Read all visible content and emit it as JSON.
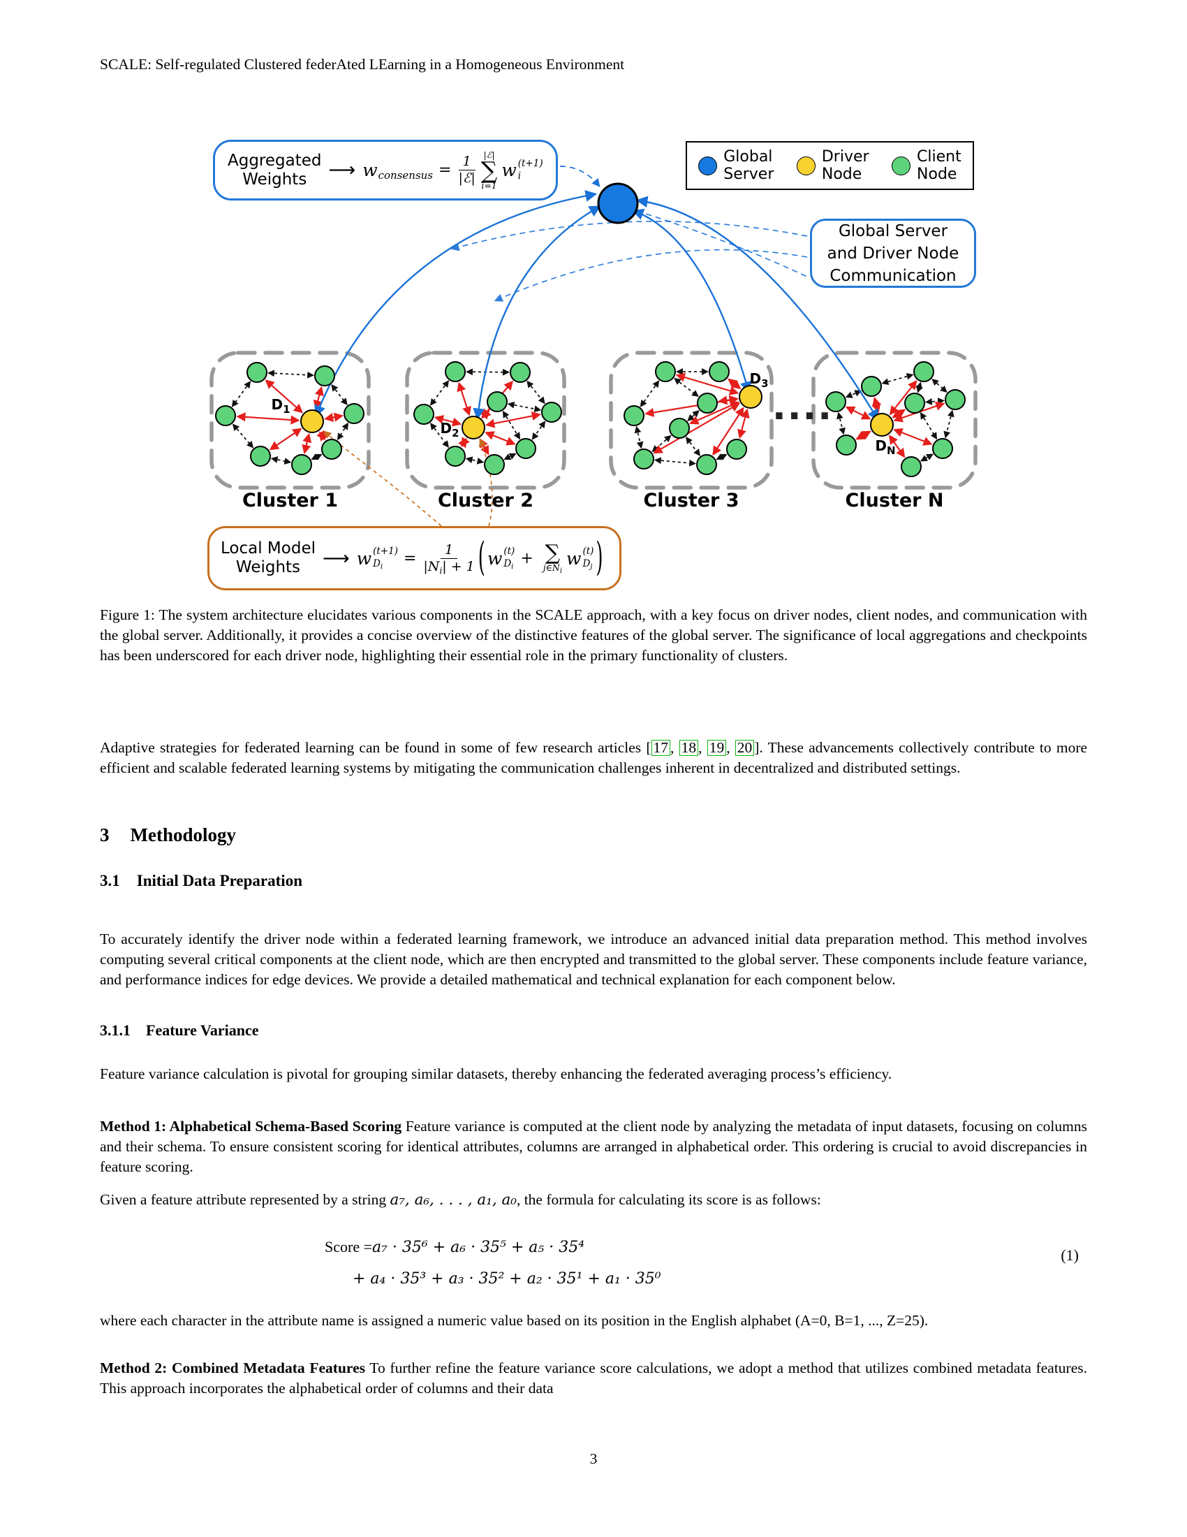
{
  "page": {
    "header": "SCALE: Self-regulated Clustered federAted LEarning in a Homogeneous Environment",
    "number": "3"
  },
  "figure": {
    "colors": {
      "server": "#1679e0",
      "driver": "#f8d22e",
      "client": "#5fd37c",
      "cluster_border": "#9a9a9a",
      "red_arrow": "#e41f1c",
      "blue_arrow": "#1a72d8",
      "orange_dashed": "#c8701f",
      "box_blue": "#2478d8",
      "cite_green": "#12b712"
    },
    "aggregated": {
      "title": [
        "Aggregated",
        "Weights"
      ],
      "arrow": "⟶",
      "formula": {
        "w": "w",
        "wsub": "consensus",
        "eq": "=",
        "num": "1",
        "den": "|ℰ|",
        "sumtop": "|ℰ|",
        "sigma": "∑",
        "sumbot": "i=1",
        "t": "w",
        "tsup": "(t+1)",
        "tsub": "i"
      }
    },
    "legend": [
      {
        "line1": "Global",
        "line2": "Server"
      },
      {
        "line1": "Driver",
        "line2": "Node"
      },
      {
        "line1": "Client",
        "line2": "Node"
      }
    ],
    "callout": {
      "lines": [
        "Global Server",
        "and Driver Node",
        "Communication"
      ]
    },
    "clusters": [
      {
        "driver": "D",
        "driver_sub": "1",
        "label": "Cluster 1"
      },
      {
        "driver": "D",
        "driver_sub": "2",
        "label": "Cluster 2"
      },
      {
        "driver": "D",
        "driver_sub": "3",
        "label": "Cluster 3"
      },
      {
        "driver": "D",
        "driver_sub": "N",
        "label": "Cluster N"
      }
    ],
    "ellipsis": "....",
    "local": {
      "title": [
        "Local Model",
        "Weights"
      ],
      "arrow": "⟶",
      "formula": {
        "w": "w",
        "wsup": "(t+1)",
        "wsubD": "D",
        "wsubi": "i",
        "eq": "=",
        "num": "1",
        "denPre": "|N",
        "denSub": "i",
        "denPost": "| + 1",
        "lp": "(",
        "t1": "w",
        "t1sup": "(t)",
        "t1subD": "D",
        "t1subi": "i",
        "plus": "+",
        "sigma": "∑",
        "sumbot": "j∈N",
        "sumbotSub": "i",
        "t2": "w",
        "t2sup": "(t)",
        "t2subD": "D",
        "t2subj": "j",
        "rp": ")"
      }
    }
  },
  "caption": "Figure 1: The system architecture elucidates various components in the SCALE approach, with a key focus on driver nodes, client nodes, and communication with the global server. Additionally, it provides a concise overview of the distinctive features of the global server. The significance of local aggregations and checkpoints has been underscored for each driver node, highlighting their essential role in the primary functionality of clusters.",
  "body": {
    "p1_prefix": "Adaptive strategies for federated learning can be found in some of few research articles [",
    "cites": [
      "17",
      "18",
      "19",
      "20"
    ],
    "cite_sep": ", ",
    "p1_suffix": "]. These advancements collectively contribute to more efficient and scalable federated learning systems by mitigating the communication challenges inherent in decentralized and distributed settings.",
    "h3_num": "3",
    "h3_title": "Methodology",
    "h31_num": "3.1",
    "h31_title": "Initial Data Preparation",
    "p31": "To accurately identify the driver node within a federated learning framework, we introduce an advanced initial data preparation method. This method involves computing several critical components at the client node, which are then encrypted and transmitted to the global server. These components include feature variance, and performance indices for edge devices. We provide a detailed mathematical and technical explanation for each component below.",
    "h311_num": "3.1.1",
    "h311_title": "Feature Variance",
    "p311": "Feature variance calculation is pivotal for grouping similar datasets, thereby enhancing the federated averaging process’s efficiency.",
    "m1_bold": "Method 1: Alphabetical Schema-Based Scoring",
    "m1_rest": " Feature variance is computed at the client node by analyzing the metadata of input datasets, focusing on columns and their schema. To ensure consistent scoring for identical attributes, columns are arranged in alphabetical order. This ordering is crucial to avoid discrepancies in feature scoring.",
    "given_pre": "Given a feature attribute represented by a string ",
    "given_math": "a₇, a₆, . . . , a₁, a₀",
    "given_post": ", the formula for calculating its score is as follows:",
    "eq_lhs": "Score =",
    "eq_line1": "a₇ · 35⁶ + a₆ · 35⁵ + a₅ · 35⁴",
    "eq_line2": "+ a₄ · 35³ + a₃ · 35² + a₂ · 35¹ + a₁ · 35⁰",
    "eq_num": "(1)",
    "p_where": "where each character in the attribute name is assigned a numeric value based on its position in the English alphabet (A=0, B=1, ..., Z=25).",
    "m2_bold": "Method 2: Combined Metadata Features",
    "m2_rest": " To further refine the feature variance score calculations, we adopt a method that utilizes combined metadata features. This approach incorporates the alphabetical order of columns and their data"
  }
}
